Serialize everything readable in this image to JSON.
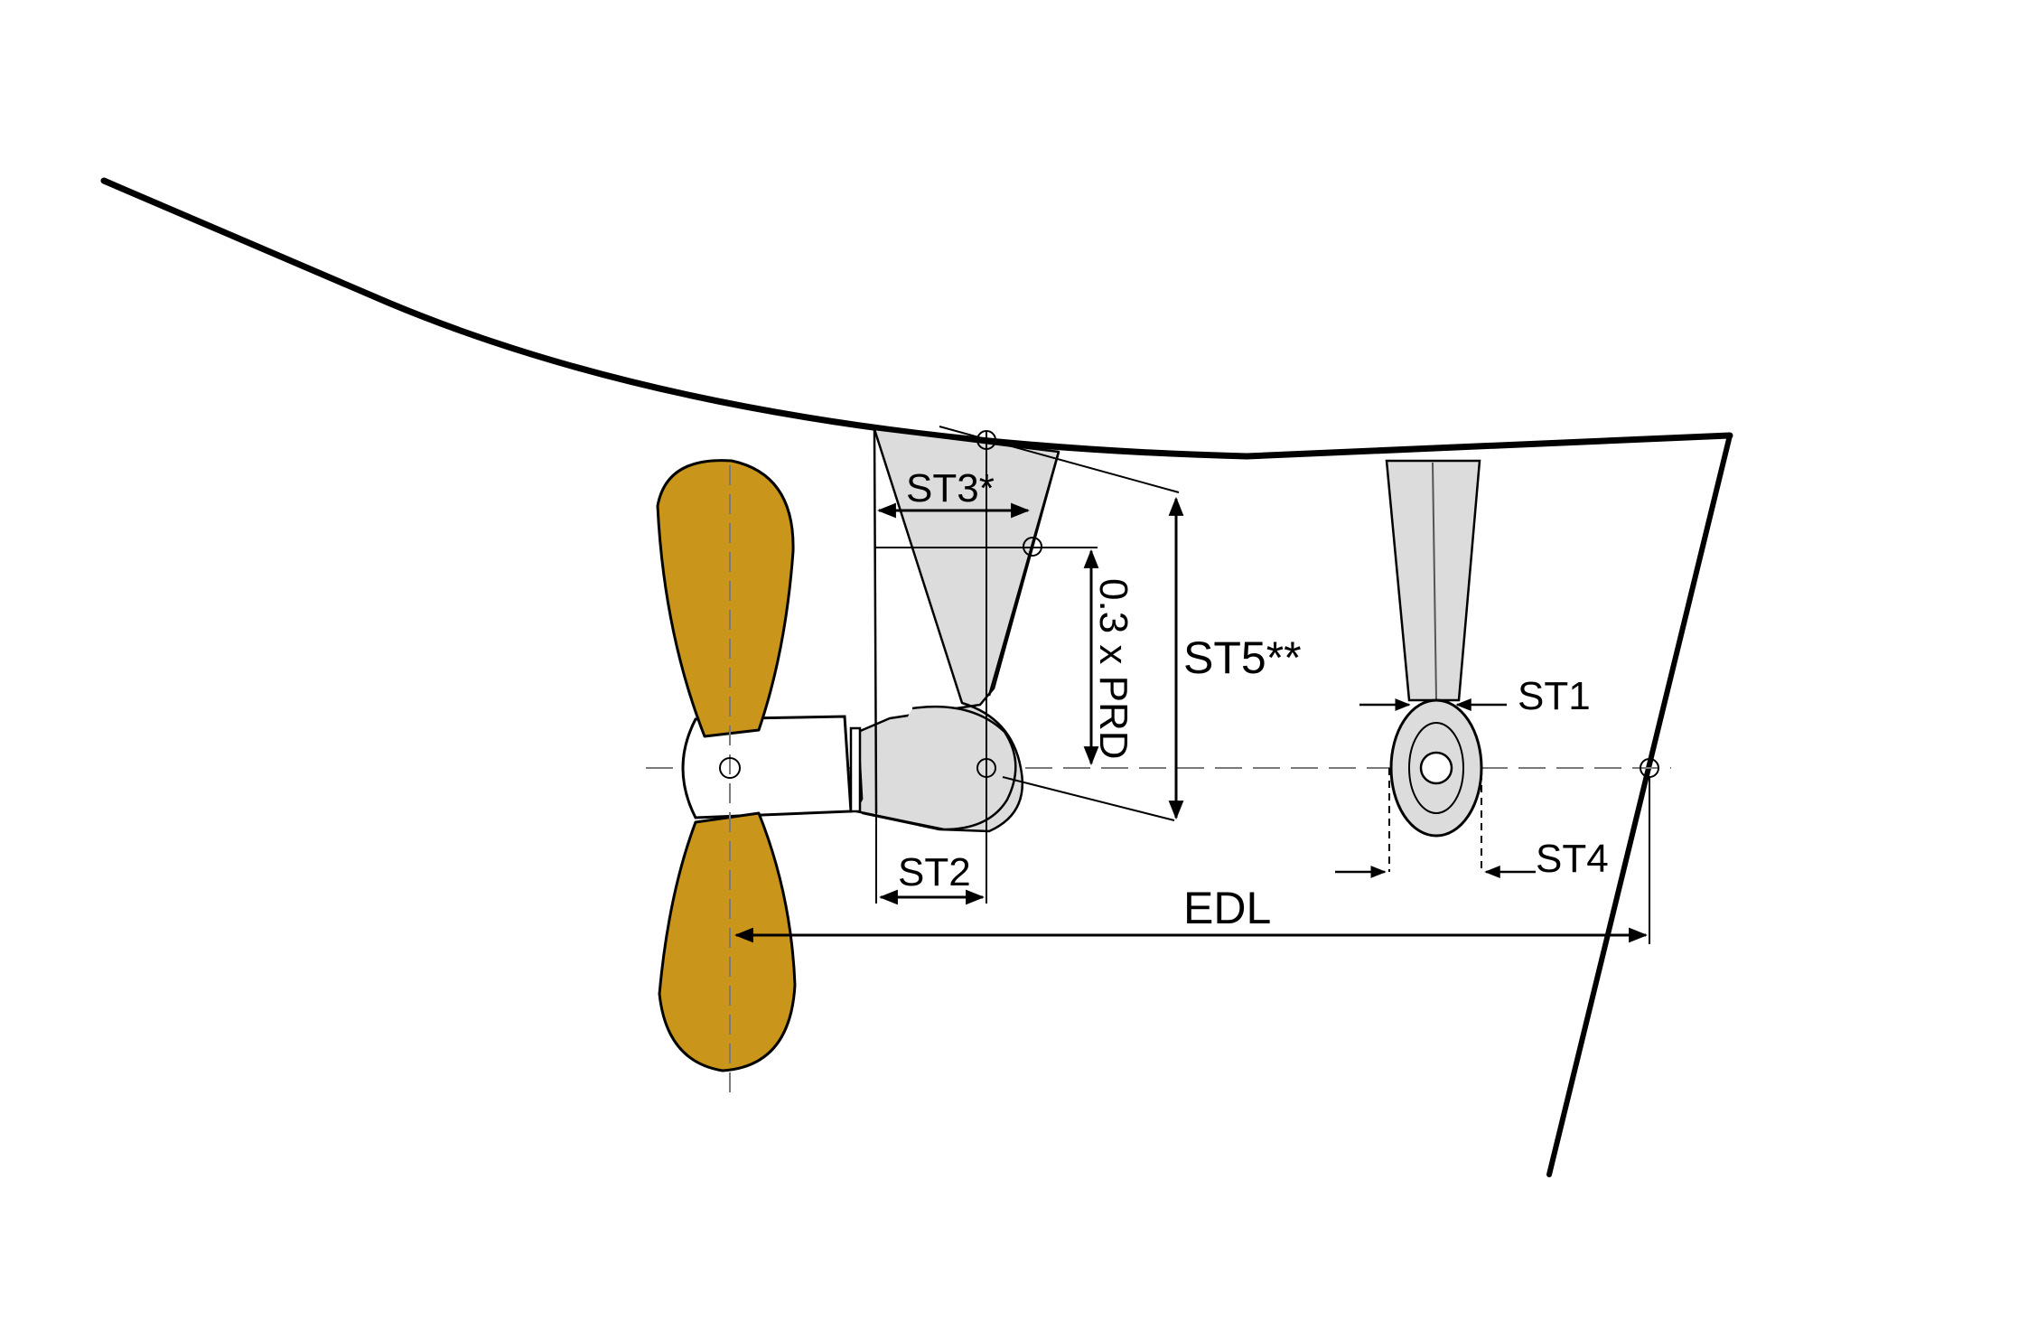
{
  "labels": {
    "st1": "ST1",
    "st2": "ST2",
    "st3": "ST3*",
    "st4": "ST4",
    "st5": "ST5**",
    "prd": "0.3 x PRD",
    "edl": "EDL"
  },
  "colors": {
    "propeller": "#C9951B",
    "strut": "#DCDCDC",
    "line": "#000000",
    "centerline": "#7A7A7A"
  }
}
